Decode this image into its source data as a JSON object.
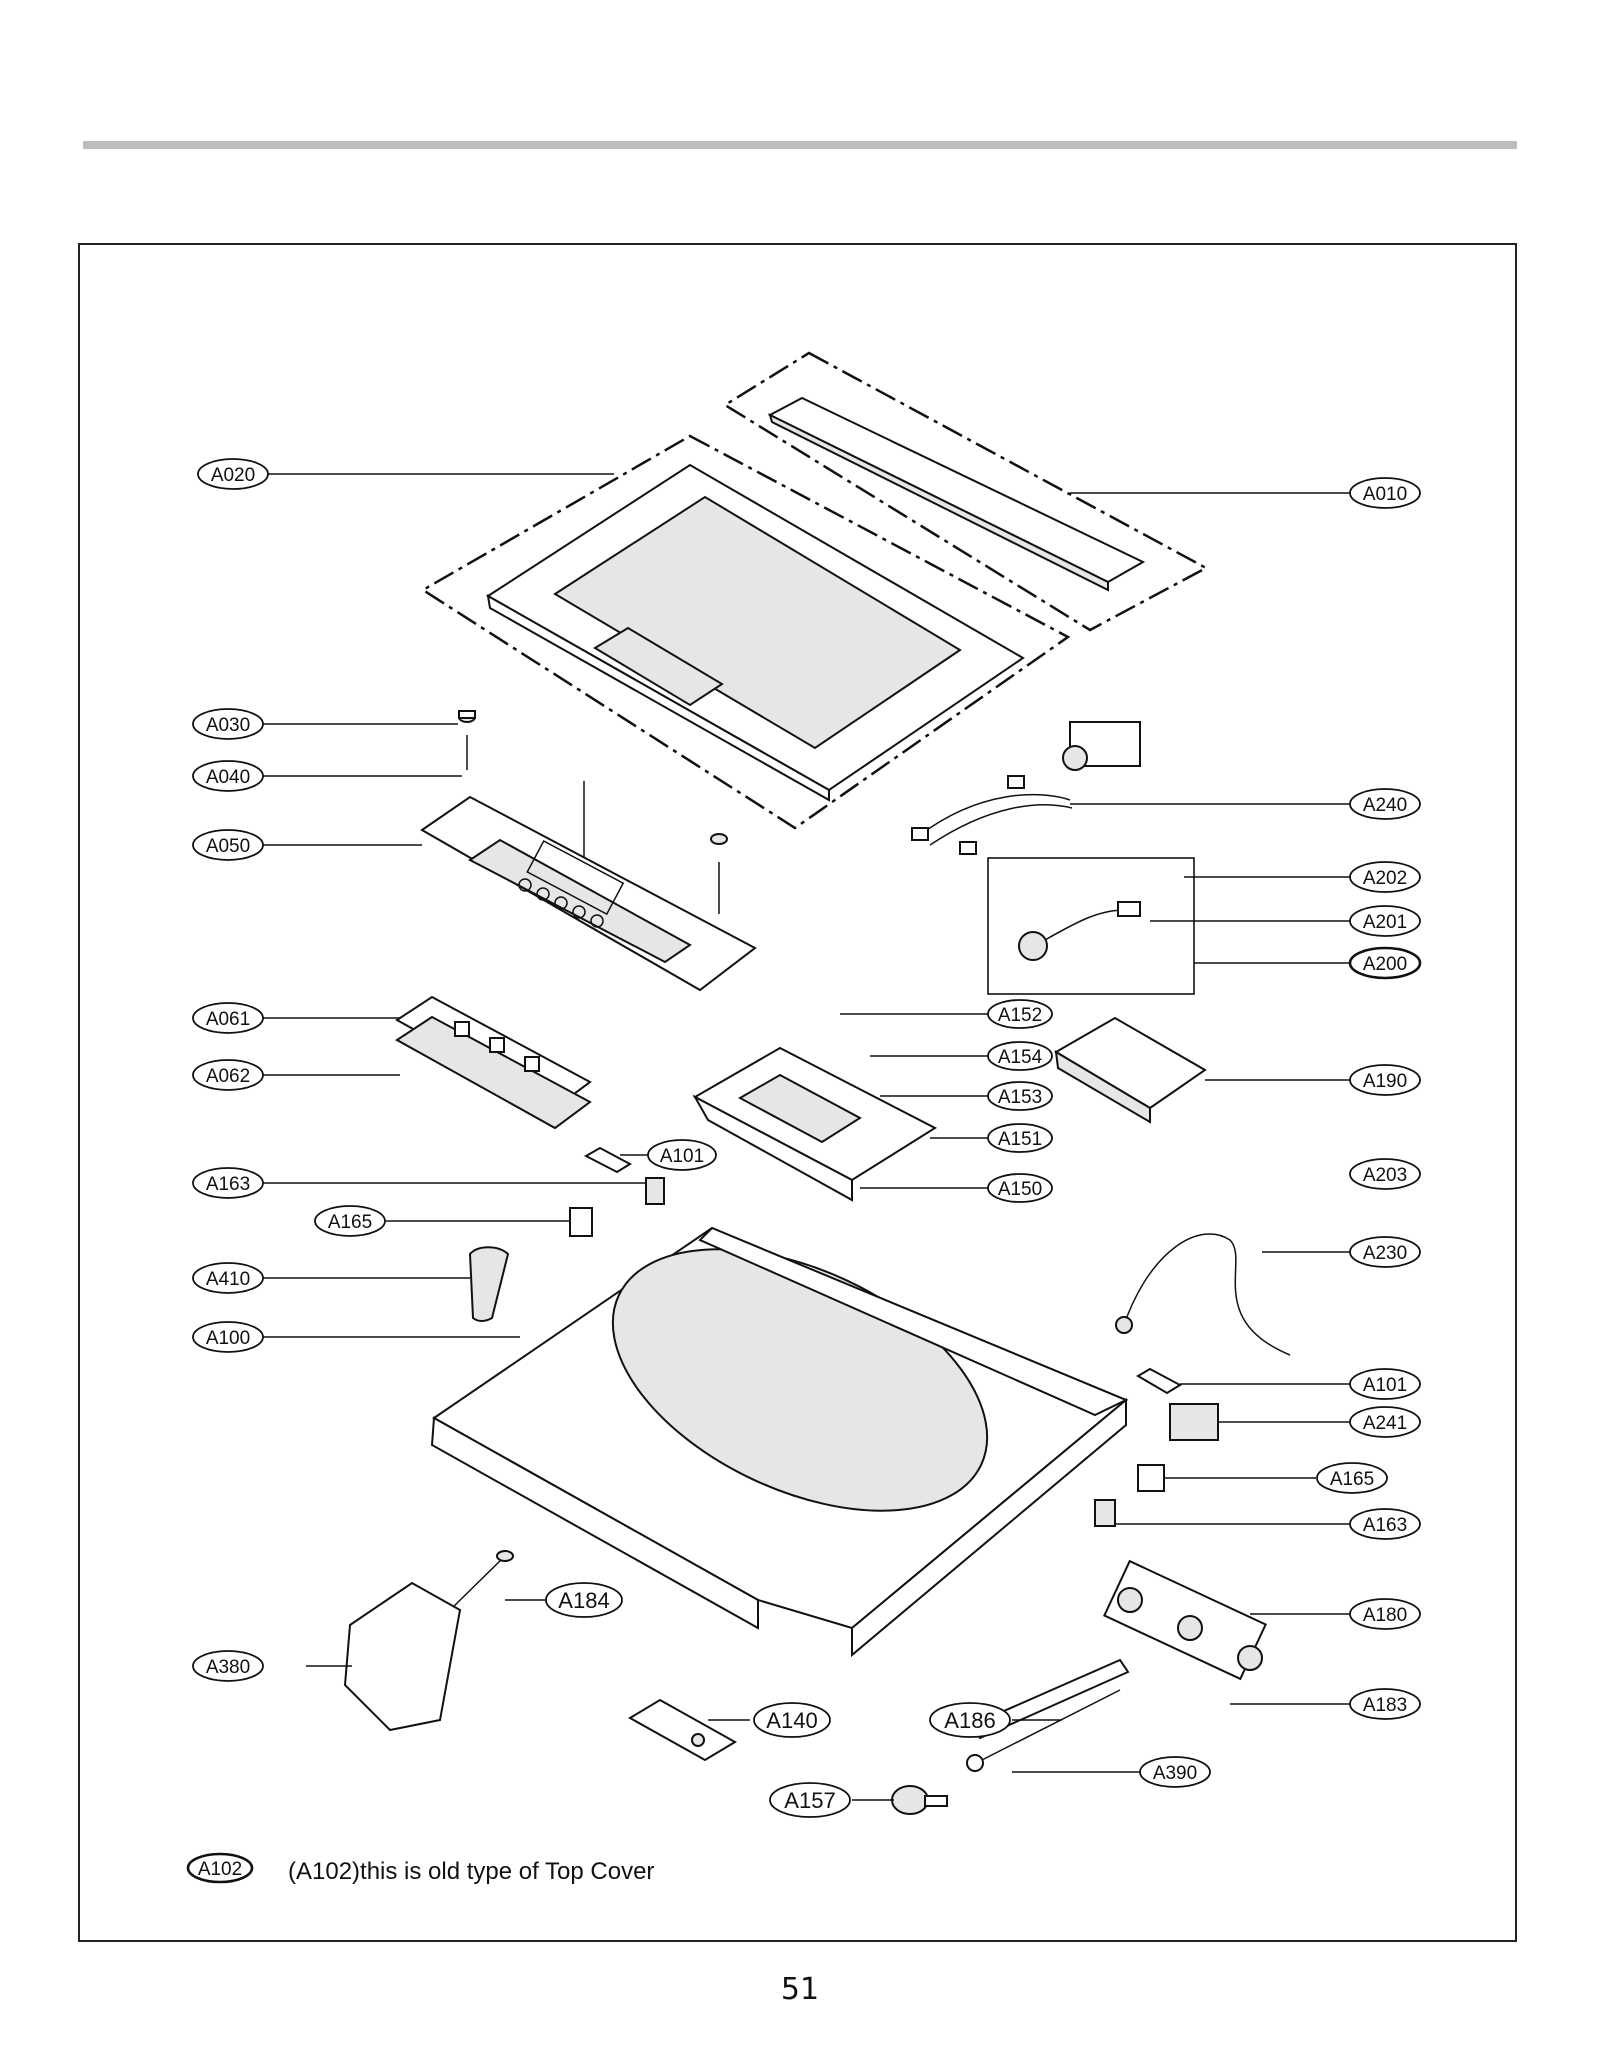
{
  "callouts": [
    {
      "id": "A020",
      "label": "A020"
    },
    {
      "id": "A010",
      "label": "A010"
    },
    {
      "id": "A030",
      "label": "A030"
    },
    {
      "id": "A040",
      "label": "A040"
    },
    {
      "id": "A050",
      "label": "A050"
    },
    {
      "id": "A240",
      "label": "A240"
    },
    {
      "id": "A202",
      "label": "A202"
    },
    {
      "id": "A201",
      "label": "A201"
    },
    {
      "id": "A200",
      "label": "A200"
    },
    {
      "id": "A061",
      "label": "A061"
    },
    {
      "id": "A062",
      "label": "A062"
    },
    {
      "id": "A152",
      "label": "A152"
    },
    {
      "id": "A154",
      "label": "A154"
    },
    {
      "id": "A153",
      "label": "A153"
    },
    {
      "id": "A151",
      "label": "A151"
    },
    {
      "id": "A150",
      "label": "A150"
    },
    {
      "id": "A101a",
      "label": "A101"
    },
    {
      "id": "A190",
      "label": "A190"
    },
    {
      "id": "A203",
      "label": "A203"
    },
    {
      "id": "A163a",
      "label": "A163"
    },
    {
      "id": "A165a",
      "label": "A165"
    },
    {
      "id": "A230",
      "label": "A230"
    },
    {
      "id": "A410",
      "label": "A410"
    },
    {
      "id": "A100",
      "label": "A100"
    },
    {
      "id": "A101b",
      "label": "A101"
    },
    {
      "id": "A241",
      "label": "A241"
    },
    {
      "id": "A165b",
      "label": "A165"
    },
    {
      "id": "A163b",
      "label": "A163"
    },
    {
      "id": "A184",
      "label": "A184"
    },
    {
      "id": "A180",
      "label": "A180"
    },
    {
      "id": "A380",
      "label": "A380"
    },
    {
      "id": "A183",
      "label": "A183"
    },
    {
      "id": "A140",
      "label": "A140"
    },
    {
      "id": "A186",
      "label": "A186"
    },
    {
      "id": "A390",
      "label": "A390"
    },
    {
      "id": "A157",
      "label": "A157"
    },
    {
      "id": "A102",
      "label": "A102"
    }
  ],
  "note": "(A102)this is old type of Top Cover",
  "page_number": "51"
}
